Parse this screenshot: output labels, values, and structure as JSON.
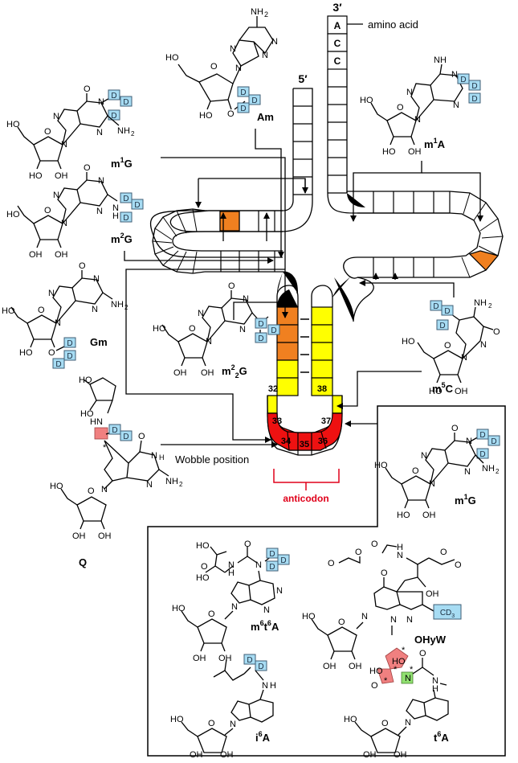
{
  "diagram": {
    "three_prime": "3′",
    "five_prime": "5′",
    "amino_acid": "amino acid",
    "acceptor_letters": [
      "A",
      "C",
      "C"
    ],
    "wobble_position": "Wobble position",
    "anticodon": "anticodon",
    "stem_numbers": [
      "32",
      "33",
      "34",
      "35",
      "36",
      "37",
      "38"
    ],
    "deuterium": "D",
    "cd3": "CD",
    "cd3_sub": "3"
  },
  "molecules": {
    "Am": "Am",
    "m1A_base": "m",
    "m1A_sup": "1",
    "m1A_tail": "A",
    "m1G_base": "m",
    "m1G_sup": "1",
    "m1G_tail": "G",
    "m2G_base": "m",
    "m2G_sup": "2",
    "m2G_tail": "G",
    "Gm": "Gm",
    "m22G_base": "m",
    "m22G_sup": "2",
    "m22G_mid": "2",
    "m22G_tail": "G",
    "m5C_base": "m",
    "m5C_sup": "5",
    "m5C_tail": "C",
    "Q": "Q",
    "m1G2_base": "m",
    "m1G2_sup": "1",
    "m1G2_tail": "G",
    "m6t6A_base": "m",
    "m6t6A_sup1": "6",
    "m6t6A_t": "t",
    "m6t6A_sup2": "6",
    "m6t6A_tail": "A",
    "OHyW": "OHyW",
    "i6A_base": "i",
    "i6A_sup": "6",
    "i6A_tail": "A",
    "t6A_base": "t",
    "t6A_sup": "6",
    "t6A_tail": "A"
  },
  "atoms": {
    "NH2": "NH",
    "sub2": "2",
    "O": "O",
    "N": "N",
    "H": "H",
    "HO": "HO",
    "OH": "OH",
    "NH": "NH",
    "HN": "HN",
    "star": "*"
  },
  "colors": {
    "orange": "#f08020",
    "yellow": "#ffff00",
    "red": "#ee1111",
    "deuterium_fill": "#a7dcf3",
    "highlight_red": "#f08080",
    "highlight_green": "#90e070",
    "anticodon_red": "#e0001a"
  }
}
